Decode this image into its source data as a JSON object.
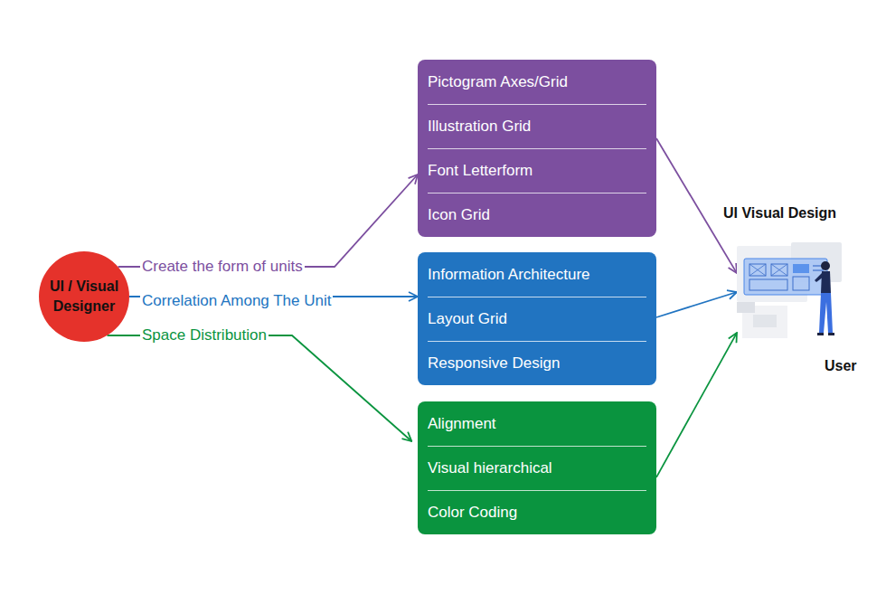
{
  "diagram": {
    "nodes": [
      {
        "text": [
          "UI / Visual Designer"
        ]
      },
      {
        "text": [
          "Pictogram Axes/Grid",
          "Illustration Grid",
          "Font Letterform",
          "Icon Grid"
        ]
      },
      {
        "text": [
          "Information Architecture",
          "Layout Grid",
          "Responsive Design"
        ]
      },
      {
        "text": [
          "Alignment",
          "Visual hierarchical",
          "Color Coding"
        ]
      },
      {
        "text": [
          "UI Visual Design",
          "User"
        ]
      }
    ],
    "edges": [
      {
        "from": 0,
        "to": 1,
        "label": "Create the form of units",
        "arrow": "to"
      },
      {
        "from": 0,
        "to": 2,
        "label": "Correlation Among The Unit",
        "arrow": "to"
      },
      {
        "from": 0,
        "to": 3,
        "label": "Space Distribution",
        "arrow": "to"
      },
      {
        "from": 1,
        "to": 4,
        "arrow": "to"
      },
      {
        "from": 2,
        "to": 4,
        "arrow": "to"
      },
      {
        "from": 3,
        "to": 4,
        "arrow": "to"
      }
    ]
  }
}
